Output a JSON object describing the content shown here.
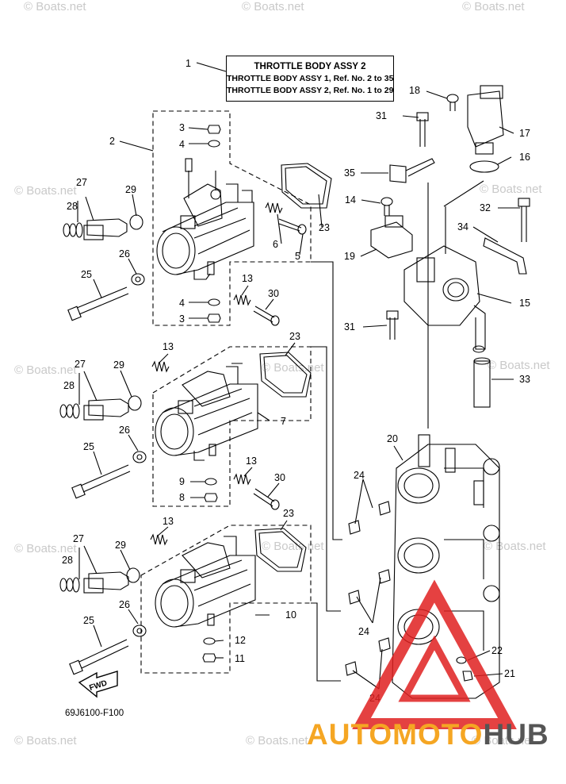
{
  "title_box": {
    "line1": "THROTTLE BODY ASSY 2",
    "line2": "THROTTLE BODY ASSY 1,  Ref. No. 2 to 35",
    "line3": "THROTTLE BODY ASSY 2,  Ref. No. 1 to 29"
  },
  "part_numbers": [
    "1",
    "2",
    "3",
    "4",
    "5",
    "6",
    "7",
    "8",
    "9",
    "10",
    "11",
    "12",
    "13",
    "14",
    "15",
    "16",
    "17",
    "18",
    "19",
    "20",
    "21",
    "22",
    "23",
    "24",
    "25",
    "26",
    "27",
    "28",
    "29",
    "30",
    "31",
    "32",
    "33",
    "34",
    "35"
  ],
  "diagram_code": "69J6100-F100",
  "fwd_label": "FWD",
  "watermark": "© Boats.net",
  "brand": {
    "part1": "AUTOMOTO",
    "part2": "HUB",
    "color1": "#f5a623",
    "color2": "#555555",
    "triangle_color": "#e02020"
  },
  "colors": {
    "line": "#000000",
    "watermark": "#c9c9c9"
  }
}
